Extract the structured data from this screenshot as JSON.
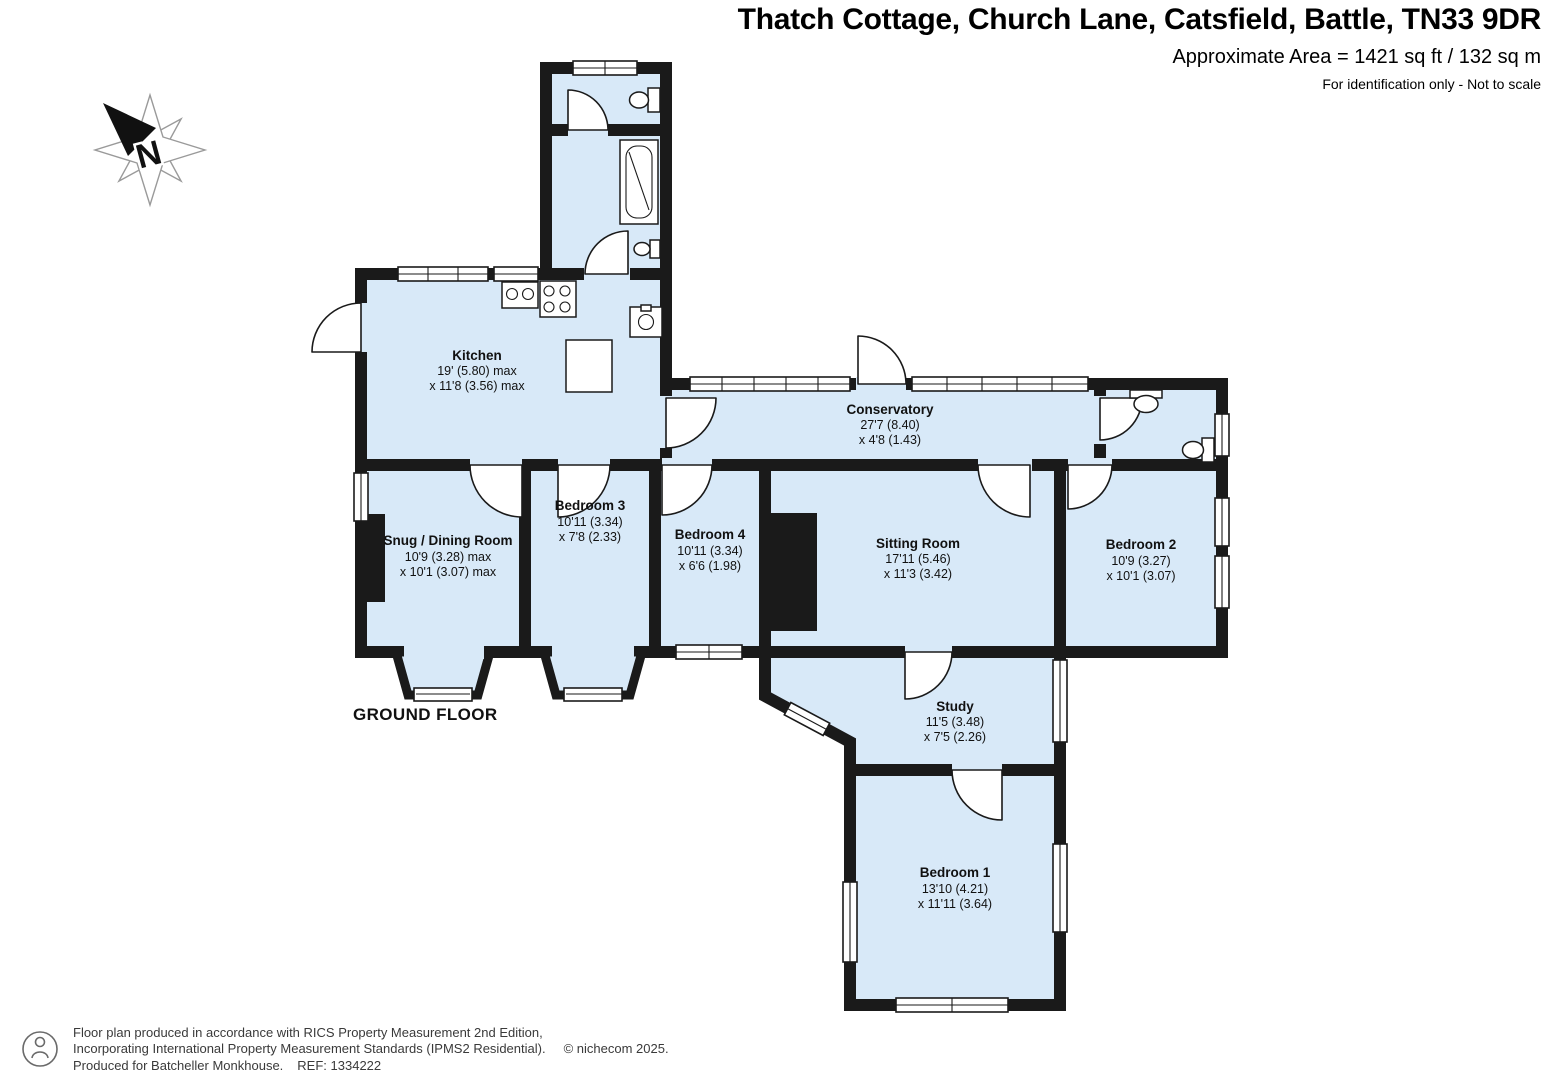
{
  "header": {
    "title": "Thatch Cottage, Church Lane, Catsfield, Battle, TN33 9DR",
    "area": "Approximate Area = 1421 sq ft / 132 sq m",
    "disclaimer": "For identification only - Not to scale"
  },
  "plan": {
    "floor_label": "GROUND FLOOR",
    "compass_letter": "N"
  },
  "rooms": [
    {
      "id": "kitchen",
      "name": "Kitchen",
      "dim1": "19' (5.80) max",
      "dim2": "x 11'8 (3.56) max"
    },
    {
      "id": "conservatory",
      "name": "Conservatory",
      "dim1": "27'7 (8.40)",
      "dim2": "x 4'8 (1.43)"
    },
    {
      "id": "snug-dining",
      "name": "Snug / Dining Room",
      "dim1": "10'9 (3.28) max",
      "dim2": "x 10'1 (3.07) max"
    },
    {
      "id": "bedroom-3",
      "name": "Bedroom 3",
      "dim1": "10'11 (3.34)",
      "dim2": "x 7'8 (2.33)"
    },
    {
      "id": "bedroom-4",
      "name": "Bedroom 4",
      "dim1": "10'11 (3.34)",
      "dim2": "x 6'6 (1.98)"
    },
    {
      "id": "sitting-room",
      "name": "Sitting Room",
      "dim1": "17'11 (5.46)",
      "dim2": "x 11'3 (3.42)"
    },
    {
      "id": "bedroom-2",
      "name": "Bedroom 2",
      "dim1": "10'9 (3.27)",
      "dim2": "x 10'1 (3.07)"
    },
    {
      "id": "study",
      "name": "Study",
      "dim1": "11'5 (3.48)",
      "dim2": "x 7'5 (2.26)"
    },
    {
      "id": "bedroom-1",
      "name": "Bedroom 1",
      "dim1": "13'10 (4.21)",
      "dim2": "x 11'11 (3.64)"
    }
  ],
  "footer": {
    "line1": "Floor plan produced in accordance with RICS Property Measurement 2nd Edition,",
    "line2": "Incorporating International Property Measurement Standards (IPMS2 Residential).",
    "credit": "© nichecom 2025.",
    "line3": "Produced for Batcheller Monkhouse.",
    "ref": "REF: 1334222"
  },
  "colors": {
    "room_fill": "#d8e9f8",
    "wall": "#1a1a1a"
  }
}
